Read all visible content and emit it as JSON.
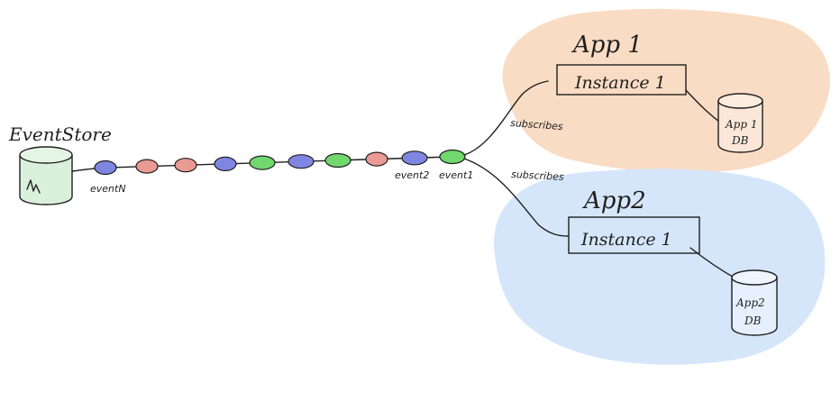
{
  "event_store": {
    "title": "EventStore"
  },
  "events": {
    "first_label": "eventN",
    "second_last_label": "event2",
    "last_label": "event1",
    "chain_colors": [
      "blue",
      "red",
      "red",
      "blue",
      "green",
      "blue",
      "green",
      "red",
      "blue",
      "green"
    ]
  },
  "subscriptions": [
    {
      "label": "subscribes"
    },
    {
      "label": "subscribes"
    }
  ],
  "apps": [
    {
      "title": "App 1",
      "instance": "Instance 1",
      "db": {
        "line1": "App 1",
        "line2": "DB"
      },
      "region_color": "#f9dcc4"
    },
    {
      "title": "App2",
      "instance": "Instance 1",
      "db": {
        "line1": "App2",
        "line2": "DB"
      },
      "region_color": "#d6e6fa"
    }
  ],
  "colors": {
    "blue": "#7f86e0",
    "red": "#e99a92",
    "green": "#72d86e",
    "store": "#d9f0da"
  }
}
